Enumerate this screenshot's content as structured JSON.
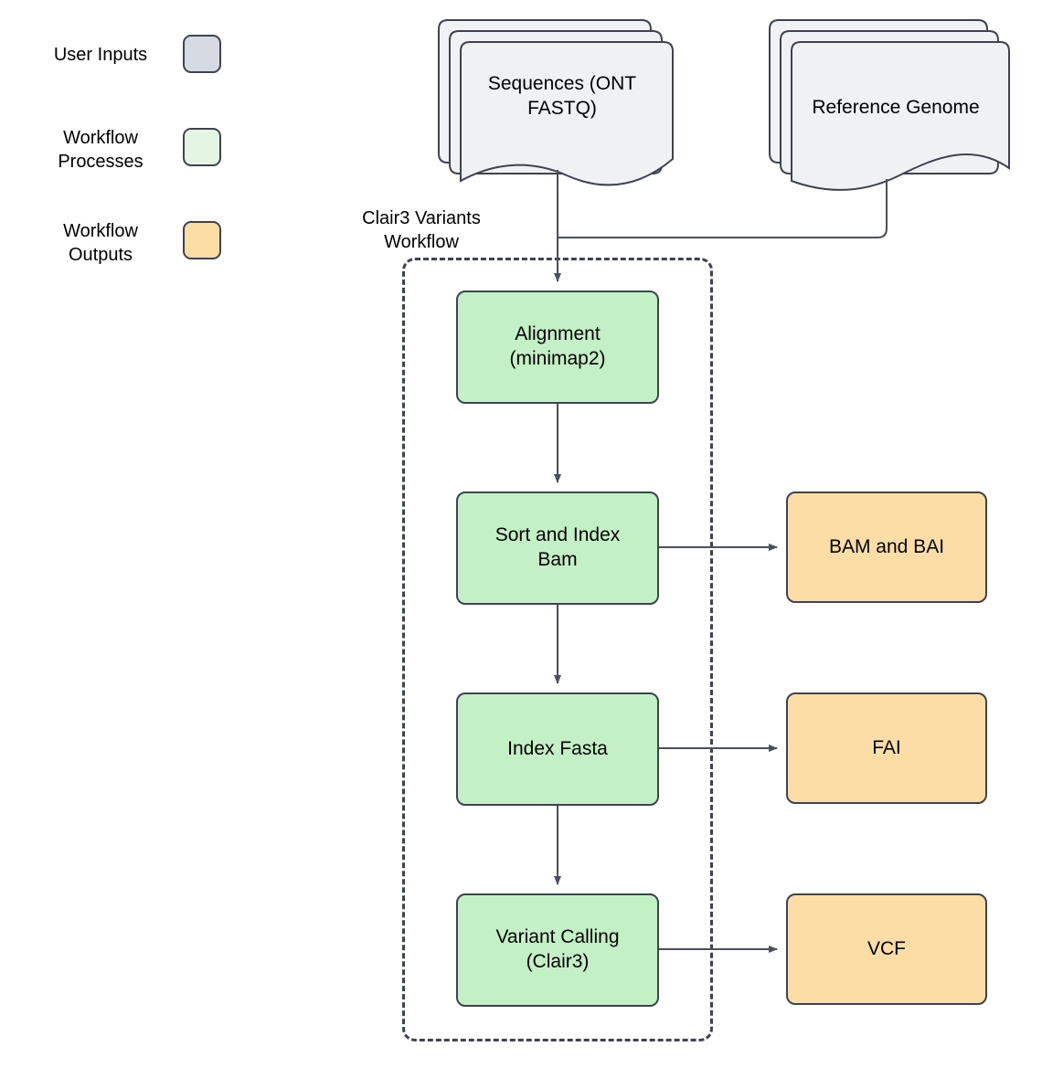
{
  "diagram": {
    "title": "Clair3 Variants Workflow",
    "colors": {
      "process_fill": "#C3F0C4",
      "output_fill": "#FCDDA6",
      "input_fill": "#F0F1F4",
      "legend_input_fill": "#D6DAE2",
      "legend_process_fill": "#E4F5E4",
      "legend_output_fill": "#FCDDA6",
      "stroke": "#3D4350",
      "edge": "#4A505C",
      "background": "#FFFFFF"
    }
  },
  "legend": {
    "items": [
      {
        "label": "User Inputs",
        "swatch": "#D6DAE2",
        "name": "user-inputs"
      },
      {
        "label": "Workflow\nProcesses",
        "swatch": "#E4F5E4",
        "name": "workflow-processes"
      },
      {
        "label": "Workflow\nOutputs",
        "swatch": "#FCDDA6",
        "name": "workflow-outputs"
      }
    ]
  },
  "inputs": [
    {
      "label": "Sequences (ONT\nFASTQ)",
      "name": "sequences-ont-fastq"
    },
    {
      "label": "Reference Genome",
      "name": "reference-genome"
    }
  ],
  "group": {
    "label": "Clair3 Variants\nWorkflow"
  },
  "processes": [
    {
      "label": "Alignment\n(minimap2)",
      "name": "alignment-minimap2"
    },
    {
      "label": "Sort and Index\nBam",
      "name": "sort-and-index-bam"
    },
    {
      "label": "Index Fasta",
      "name": "index-fasta"
    },
    {
      "label": "Variant Calling\n(Clair3)",
      "name": "variant-calling-clair3"
    }
  ],
  "outputs": [
    {
      "label": "BAM and BAI",
      "name": "bam-and-bai"
    },
    {
      "label": "FAI",
      "name": "fai"
    },
    {
      "label": "VCF",
      "name": "vcf"
    }
  ],
  "edges": [
    {
      "from": "Sequences (ONT FASTQ)",
      "to": "Alignment (minimap2)"
    },
    {
      "from": "Reference Genome",
      "to": "Alignment (minimap2)"
    },
    {
      "from": "Alignment (minimap2)",
      "to": "Sort and Index Bam"
    },
    {
      "from": "Sort and Index Bam",
      "to": "BAM and BAI"
    },
    {
      "from": "Sort and Index Bam",
      "to": "Index Fasta"
    },
    {
      "from": "Index Fasta",
      "to": "FAI"
    },
    {
      "from": "Index Fasta",
      "to": "Variant Calling (Clair3)"
    },
    {
      "from": "Variant Calling (Clair3)",
      "to": "VCF"
    }
  ]
}
